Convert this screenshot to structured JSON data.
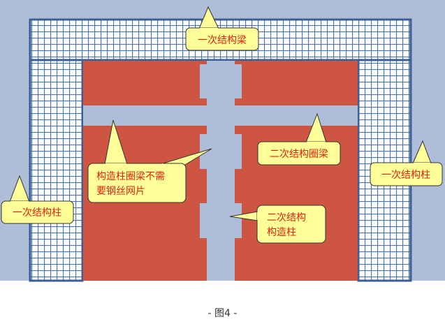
{
  "colors": {
    "background": "#aebdd8",
    "wall": "#cd5541",
    "mesh": "#4a74b0",
    "callout": "#ffff99",
    "callout_text": "#e02010"
  },
  "callouts": {
    "primary_beam": "一次结构梁",
    "no_mesh_note_line1": "构造柱圈梁不需",
    "no_mesh_note_line2": "要钢丝网片",
    "secondary_ring_beam": "二次结构圈梁",
    "primary_column_right": "一次结构柱",
    "primary_column_left": "一次结构柱",
    "secondary_column_line1": "二次结构",
    "secondary_column_line2": "构造柱"
  },
  "caption": "- 图4 -"
}
